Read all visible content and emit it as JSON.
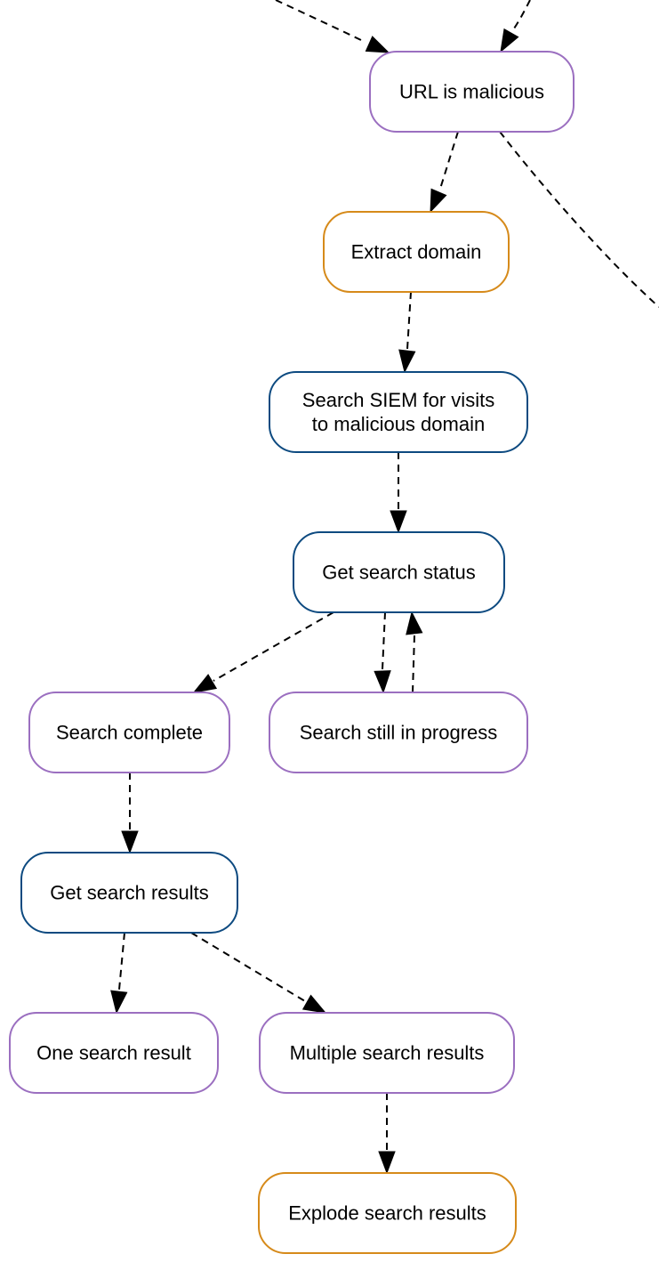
{
  "diagram": {
    "type": "flowchart",
    "colors": {
      "condition": "#9b6fc0",
      "action": "#0d4a80",
      "utility": "#d68a1a",
      "edge": "#000000"
    },
    "nodes": [
      {
        "id": "url_malicious",
        "lines": [
          "URL is malicious"
        ],
        "kind": "condition"
      },
      {
        "id": "extract_domain",
        "lines": [
          "Extract domain"
        ],
        "kind": "utility"
      },
      {
        "id": "search_siem",
        "lines": [
          "Search SIEM for visits",
          "to malicious domain"
        ],
        "kind": "action"
      },
      {
        "id": "get_search_status",
        "lines": [
          "Get search status"
        ],
        "kind": "action"
      },
      {
        "id": "search_complete",
        "lines": [
          "Search complete"
        ],
        "kind": "condition"
      },
      {
        "id": "search_in_progress",
        "lines": [
          "Search still in progress"
        ],
        "kind": "condition"
      },
      {
        "id": "get_search_results",
        "lines": [
          "Get search results"
        ],
        "kind": "action"
      },
      {
        "id": "one_search_result",
        "lines": [
          "One search result"
        ],
        "kind": "condition"
      },
      {
        "id": "multiple_search_results",
        "lines": [
          "Multiple search results"
        ],
        "kind": "condition"
      },
      {
        "id": "explode_search_results",
        "lines": [
          "Explode search results"
        ],
        "kind": "utility"
      }
    ],
    "edges": [
      {
        "from": "",
        "to": "url_malicious"
      },
      {
        "from": "",
        "to": "url_malicious"
      },
      {
        "from": "url_malicious",
        "to": "extract_domain"
      },
      {
        "from": "url_malicious",
        "to": ""
      },
      {
        "from": "extract_domain",
        "to": "search_siem"
      },
      {
        "from": "search_siem",
        "to": "get_search_status"
      },
      {
        "from": "get_search_status",
        "to": "search_complete"
      },
      {
        "from": "get_search_status",
        "to": "search_in_progress"
      },
      {
        "from": "search_in_progress",
        "to": "get_search_status"
      },
      {
        "from": "search_complete",
        "to": "get_search_results"
      },
      {
        "from": "get_search_results",
        "to": "one_search_result"
      },
      {
        "from": "get_search_results",
        "to": "multiple_search_results"
      },
      {
        "from": "multiple_search_results",
        "to": "explode_search_results"
      }
    ]
  }
}
